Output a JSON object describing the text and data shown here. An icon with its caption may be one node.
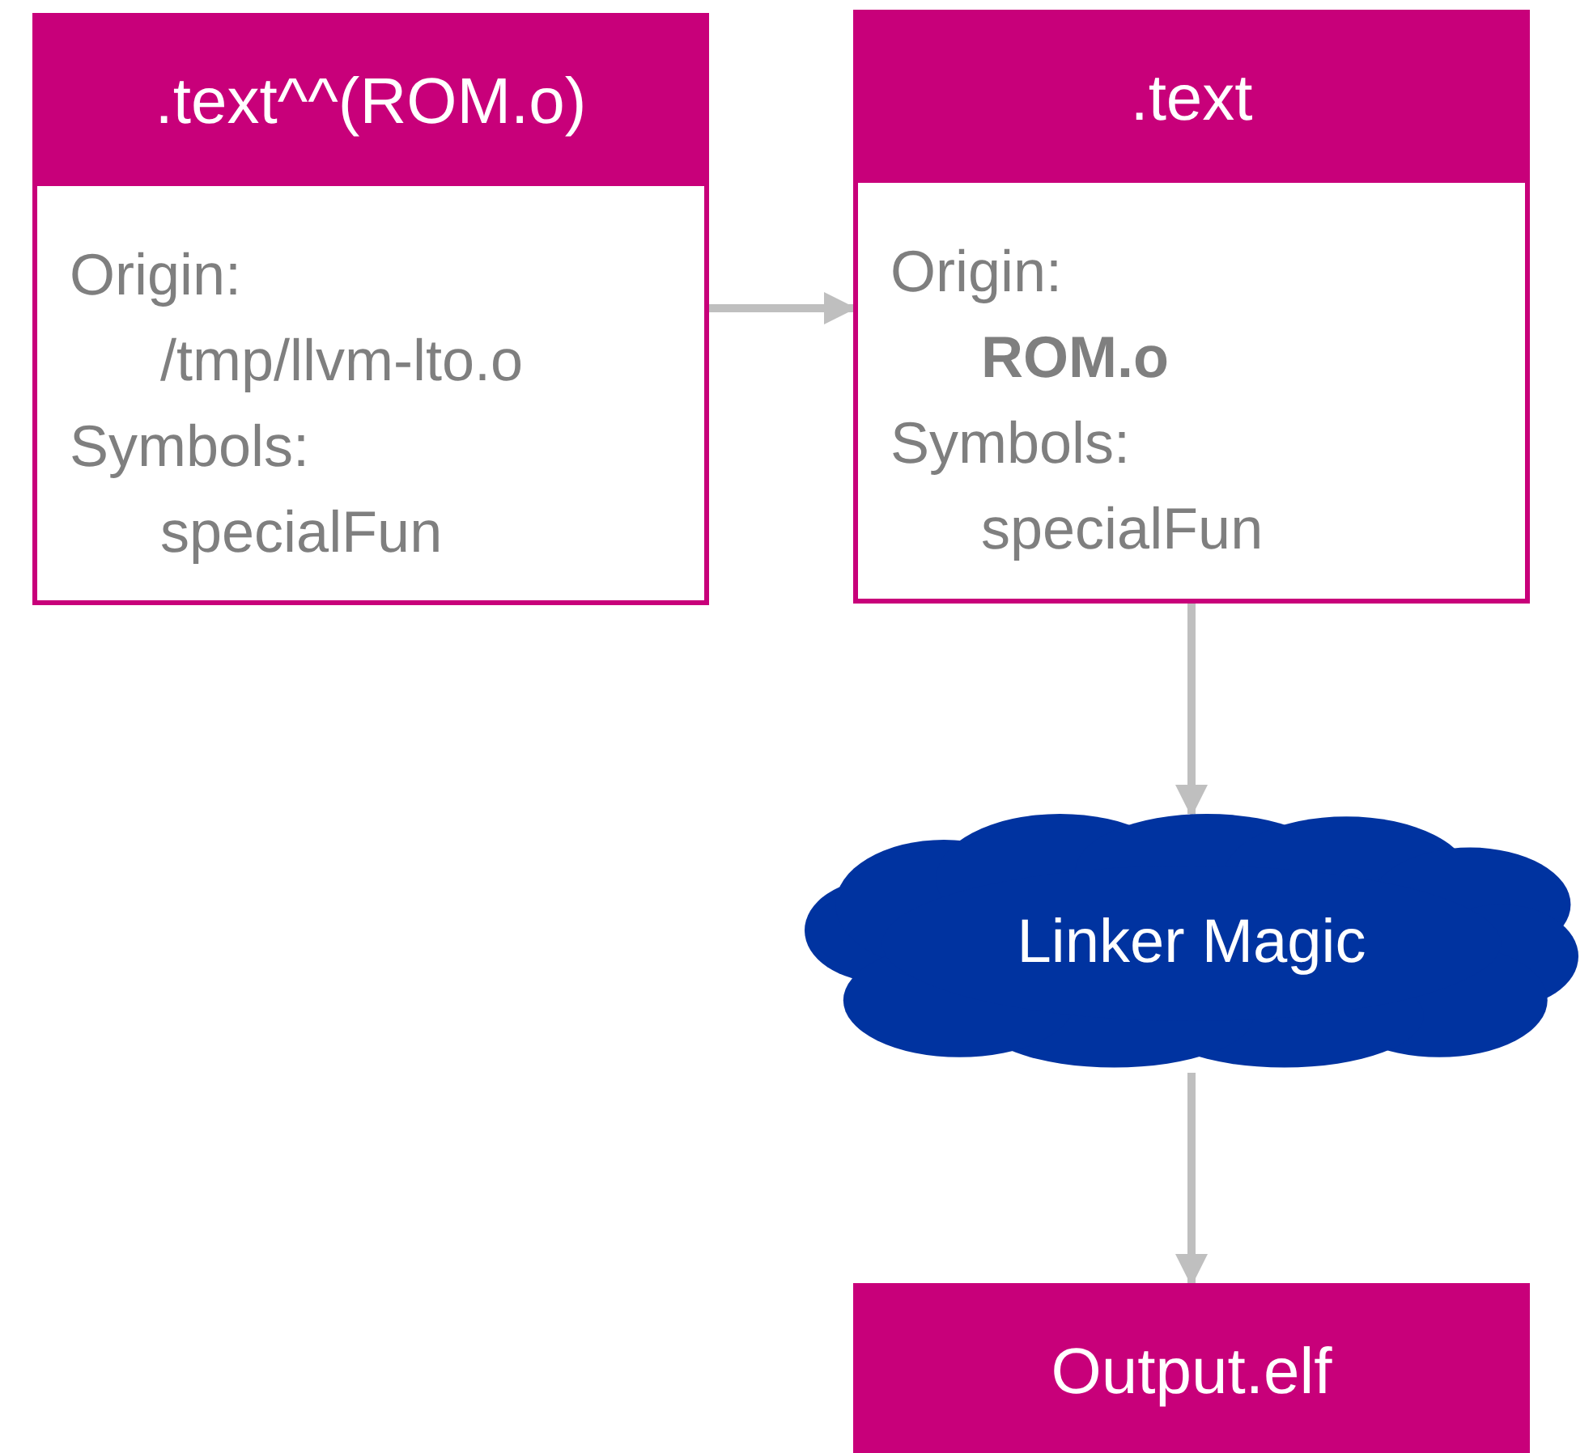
{
  "diagram": {
    "nodes": [
      {
        "text": [
          ".text^^(ROM.o)",
          "Origin:",
          "/tmp/llvm-lto.o",
          "Symbols:",
          "specialFun"
        ]
      },
      {
        "text": [
          ".text",
          "Origin:",
          "**ROM.o**",
          "Symbols:",
          "specialFun"
        ]
      },
      {
        "text": [
          "Linker Magic"
        ]
      },
      {
        "text": [
          "Output.elf"
        ]
      }
    ],
    "edges": [
      {
        "from": 0,
        "to": 1,
        "arrow": "to"
      },
      {
        "from": 1,
        "to": 2,
        "arrow": "to"
      },
      {
        "from": 2,
        "to": 3,
        "arrow": "to"
      }
    ]
  }
}
